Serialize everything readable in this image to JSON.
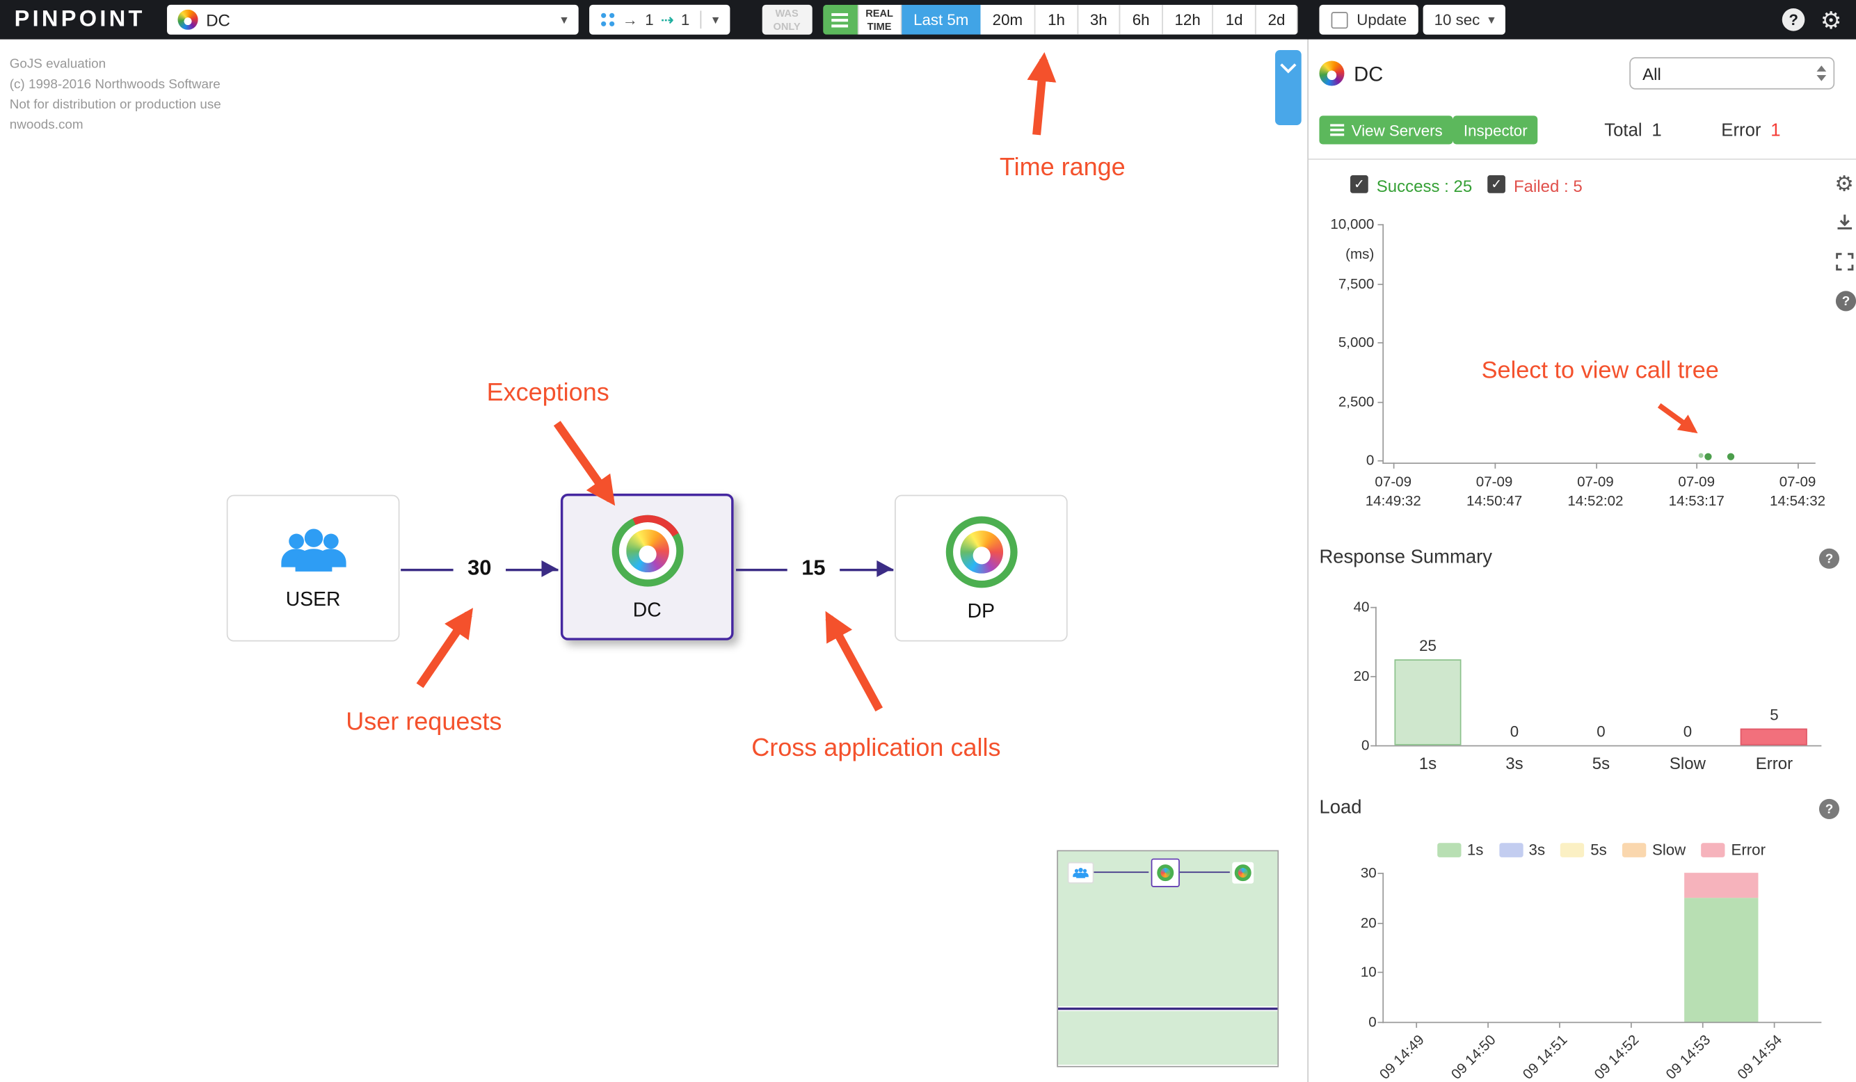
{
  "topbar": {
    "logo": "PINPOINT",
    "app_selector": {
      "value": "DC"
    },
    "graph_counts": {
      "nodes": "1",
      "links": "1"
    },
    "was_only": [
      "WAS",
      "ONLY"
    ],
    "realtime": [
      "REAL",
      "TIME"
    ],
    "time_ranges": [
      "Last 5m",
      "20m",
      "1h",
      "3h",
      "6h",
      "12h",
      "1d",
      "2d"
    ],
    "active_time_range": "Last 5m",
    "update_label": "Update",
    "interval_value": "10 sec"
  },
  "watermark": {
    "lines": [
      "GoJS evaluation",
      "(c) 1998-2016 Northwoods Software",
      "Not for distribution or production use",
      "nwoods.com"
    ]
  },
  "server_map": {
    "nodes": [
      {
        "id": "USER",
        "label": "USER"
      },
      {
        "id": "DC",
        "label": "DC",
        "selected": true
      },
      {
        "id": "DP",
        "label": "DP"
      }
    ],
    "edges": [
      {
        "from": "USER",
        "to": "DC",
        "label": "30"
      },
      {
        "from": "DC",
        "to": "DP",
        "label": "15"
      }
    ]
  },
  "annotations": {
    "time_range": "Time range",
    "exceptions": "Exceptions",
    "user_requests": "User requests",
    "cross_application_calls": "Cross application calls",
    "select_call_tree": "Select to view call tree",
    "color": "#f4512c"
  },
  "sidebar": {
    "app_title": "DC",
    "filter_value": "All",
    "view_servers_label": "View Servers",
    "inspector_label": "Inspector",
    "total_label": "Total",
    "total_value": "1",
    "error_label": "Error",
    "error_value": "1",
    "legend_success": "Success : 25",
    "legend_failed": "Failed : 5",
    "response_summary_title": "Response Summary",
    "load_title": "Load"
  },
  "chart_data": [
    {
      "id": "scatter",
      "type": "scatter",
      "title": "Response time scatter",
      "ylabel": "(ms)",
      "ylim": [
        0,
        10000
      ],
      "y_ticks": [
        "10,000",
        "7,500",
        "5,000",
        "2,500",
        "0"
      ],
      "x_ticks": [
        {
          "line1": "07-09",
          "line2": "14:49:32"
        },
        {
          "line1": "07-09",
          "line2": "14:50:47"
        },
        {
          "line1": "07-09",
          "line2": "14:52:02"
        },
        {
          "line1": "07-09",
          "line2": "14:53:17"
        },
        {
          "line1": "07-09",
          "line2": "14:54:32"
        }
      ],
      "x_range_s": 300,
      "points": [
        {
          "t_s": 228,
          "ms": 200,
          "color": "#9ccc9c",
          "r": 2
        },
        {
          "t_s": 234,
          "ms": 150,
          "color": "#4c9e4c",
          "r": 3
        },
        {
          "t_s": 250,
          "ms": 150,
          "color": "#4c9e4c",
          "r": 3
        }
      ]
    },
    {
      "id": "response_summary",
      "type": "bar",
      "categories": [
        "1s",
        "3s",
        "5s",
        "Slow",
        "Error"
      ],
      "values": [
        25,
        0,
        0,
        0,
        5
      ],
      "bar_colors": [
        "#cfe7cd",
        "#cfe7cd",
        "#cfe7cd",
        "#cfe7cd",
        "#f2707c"
      ],
      "bar_borders": [
        "#8cc28c",
        "#8cc28c",
        "#8cc28c",
        "#8cc28c",
        "#e05a69"
      ],
      "ylim": [
        0,
        40
      ],
      "y_ticks": [
        "40",
        "20",
        "0"
      ]
    },
    {
      "id": "load",
      "type": "stacked_bar",
      "categories": [
        "09 14:49",
        "09 14:50",
        "09 14:51",
        "09 14:52",
        "09 14:53",
        "09 14:54"
      ],
      "series": [
        {
          "name": "1s",
          "color": "#b8dfb3",
          "values": [
            0,
            0,
            0,
            0,
            25,
            0
          ]
        },
        {
          "name": "3s",
          "color": "#c3cdf0",
          "values": [
            0,
            0,
            0,
            0,
            0,
            0
          ]
        },
        {
          "name": "5s",
          "color": "#fbf0c4",
          "values": [
            0,
            0,
            0,
            0,
            0,
            0
          ]
        },
        {
          "name": "Slow",
          "color": "#fad7ae",
          "values": [
            0,
            0,
            0,
            0,
            0,
            0
          ]
        },
        {
          "name": "Error",
          "color": "#f6b3bc",
          "values": [
            0,
            0,
            0,
            0,
            5,
            0
          ]
        }
      ],
      "ylim": [
        0,
        30
      ],
      "y_ticks": [
        "30",
        "20",
        "10",
        "0"
      ]
    }
  ]
}
